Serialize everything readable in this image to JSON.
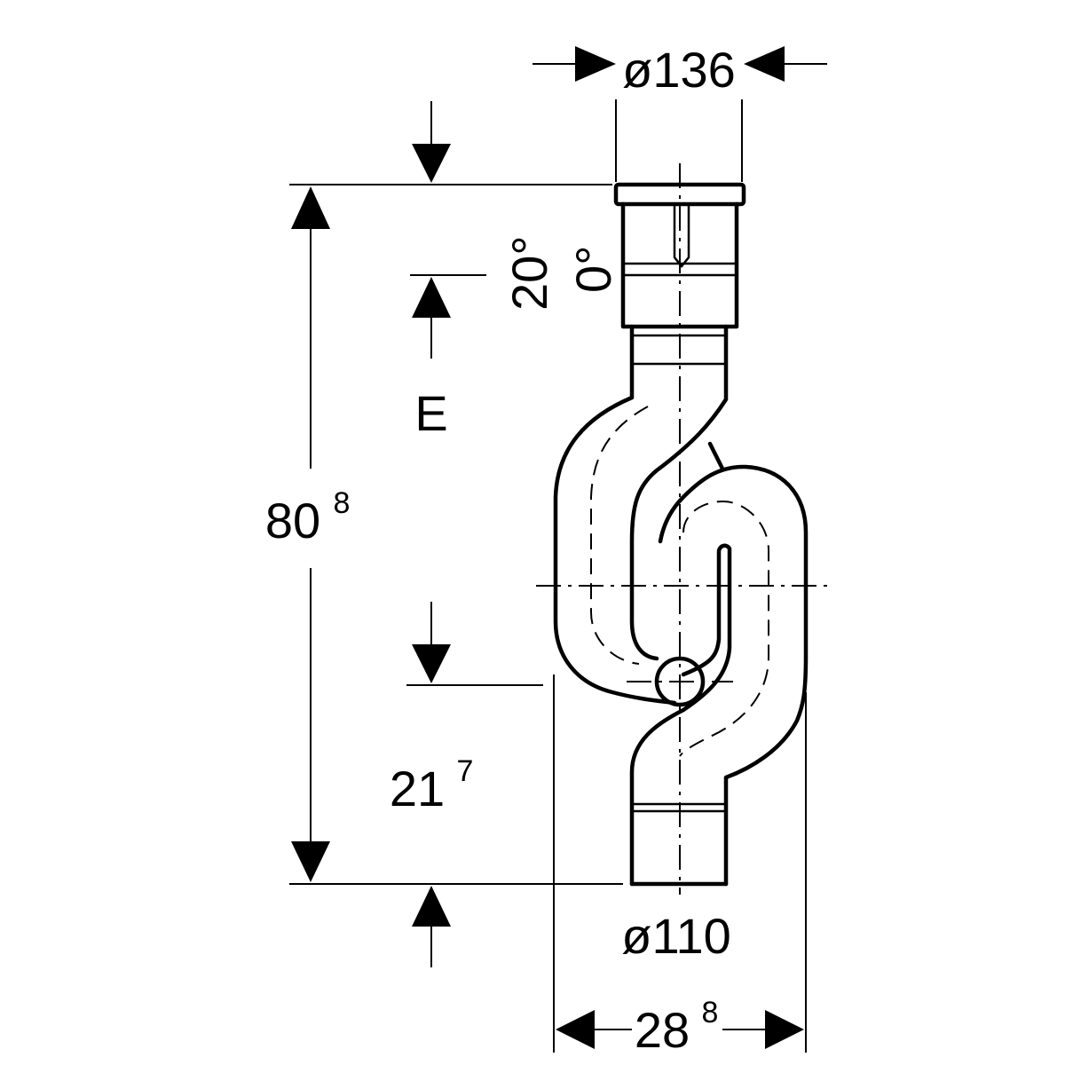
{
  "dimensions": {
    "top_diameter": "ø136",
    "bottom_diameter": "ø110",
    "overall_height_main": "80",
    "overall_height_sup": "8",
    "lower_height_main": "21",
    "lower_height_sup": "7",
    "width_main": "28",
    "width_sup": "8",
    "angle_a": "20°",
    "angle_b": "0°",
    "inlet_label": "E"
  }
}
